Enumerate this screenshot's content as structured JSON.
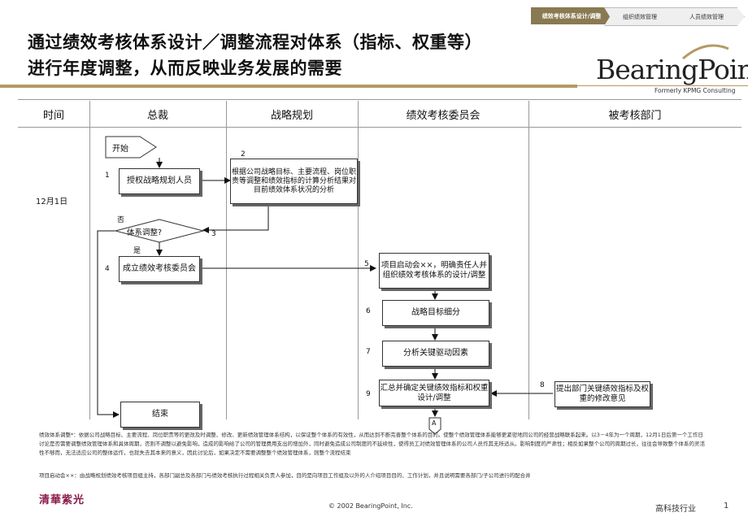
{
  "title": {
    "line1": "通过绩效考核体系设计／调整流程对体系（指标、权重等）",
    "line2": "进行年度调整，从而反映业务发展的需要"
  },
  "breadcrumb": {
    "active": "绩效考核体系设计/调整",
    "item2": "组织绩效管理",
    "item3": "人员绩效管理"
  },
  "logo": {
    "name": "BearingPoint",
    "sub": "Formerly KPMG Consulting"
  },
  "columns": [
    "时间",
    "总裁",
    "战略规划",
    "绩效考核委员会",
    "被考核部门"
  ],
  "time_label": "12月1日",
  "nodes": {
    "start": "开始",
    "n1": "授权战略规划人员",
    "n2": "根据公司战略目标、主要流程、岗位职责等调整和绩效指标的计算分析结果对目前绩效体系状况的分析",
    "decision": "体系调整?",
    "yes": "是",
    "no": "否",
    "n4": "成立绩效考核委员会",
    "n5": "项目启动会××，明确责任人并组织绩效考核体系的设计/调整",
    "n6": "战略目标细分",
    "n7": "分析关键驱动因素",
    "n8": "提出部门关键绩效指标及权重的修改意见",
    "n9": "汇总并确定关键绩效指标和权重设计/调整",
    "end": "结束",
    "connector": "A"
  },
  "step_numbers": {
    "s1": "1",
    "s2": "2",
    "s3": "3",
    "s4": "4",
    "s5": "5",
    "s6": "6",
    "s7": "7",
    "s8": "8",
    "s9": "9"
  },
  "notes": {
    "p1": "绩效体系调整*：依据公司战略目标、主要流程、岗位职责等的更改及时调整、修改、更新绩效管理体系结构，以保证整个体系的有效性，从而达到不断完善整个体系的目的。使整个绩效管理体系能够更紧密地同公司的经营战略联系起来。以3－4年为一个周期，12月1日后第一个工作日讨论是否需要调整绩效管理体系和具体周期，否则不调整以避免影响，造成的影响给了公司的管理费用支出的增加外，同时避免造成公司制度的不延续性，使得员工对绩效管理体系的公司人员作其无所适从。影响制度的严肃性；相反如果整个公司的周期过长，往往会导致整个体系的灵活性不够而，无法适应公司的整体运作，也就失去其本来的意义，因此讨论后，如果决定不需要调整整个绩效管理体系，则整个流程结束",
    "p2": "项目启动会××：由战略规划绩效考核项目组主持，各部门副总及各部门与绩效考核执行过程相关负责人参加，目的是向项目工作组及以外的人介绍项目目的、工作计划，并且说明需要各部门/子公司进行的配合并"
  },
  "footer": {
    "copyright": "© 2002 BearingPoint,  Inc.",
    "right": "高科技行业",
    "page": "1",
    "brand": "清華紫光"
  }
}
